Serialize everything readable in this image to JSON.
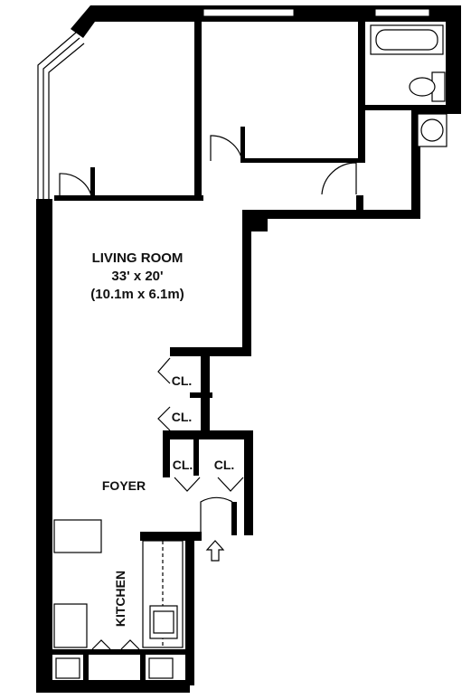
{
  "living_room": {
    "name": "LIVING ROOM",
    "size_imperial": "33' x 20'",
    "size_metric": "(10.1m x 6.1m)"
  },
  "closets": [
    "CL.",
    "CL.",
    "CL.",
    "CL."
  ],
  "foyer": "FOYER",
  "kitchen": "KITCHEN"
}
